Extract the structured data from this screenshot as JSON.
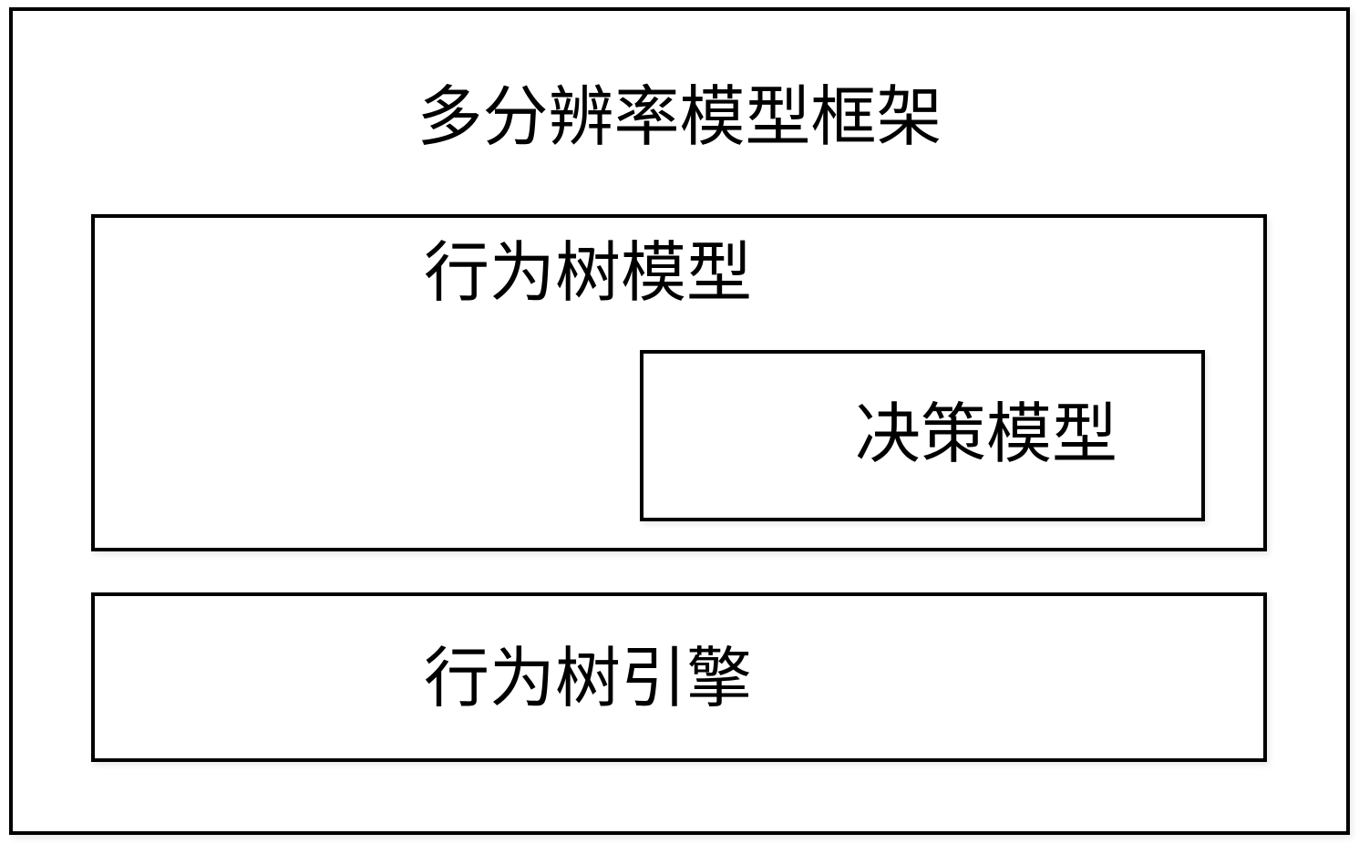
{
  "diagram": {
    "outer": {
      "label": "多分辨率模型框架"
    },
    "behavior_tree_model": {
      "label": "行为树模型"
    },
    "decision_model": {
      "label": "决策模型"
    },
    "behavior_tree_engine": {
      "label": "行为树引擎"
    }
  }
}
